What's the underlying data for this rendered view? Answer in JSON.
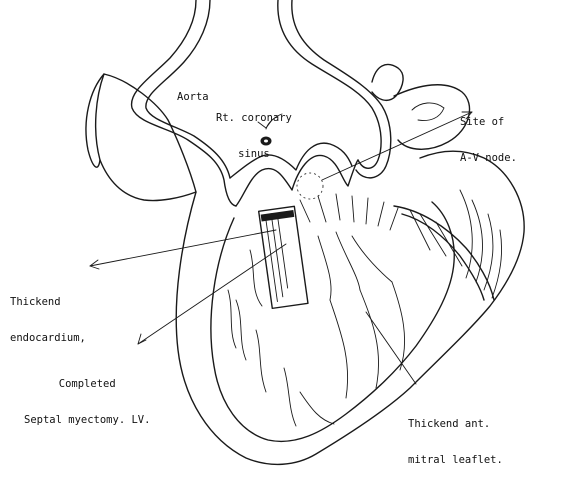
{
  "labels": {
    "aorta": "Aorta",
    "rt_coronary_sinus": [
      "Rt. coronary",
      "sinus"
    ],
    "av_node": [
      "Site of",
      "A-V node."
    ],
    "thickend_endocardium": [
      "Thickend",
      "endocardium,"
    ],
    "septal_myectomy": [
      "Completed",
      "Septal myectomy. LV."
    ],
    "mitral_leaflet": [
      "Thickend ant.",
      "mitral leaflet."
    ]
  },
  "colors": {
    "ink": "#1a1a1a",
    "background": "#ffffff"
  }
}
